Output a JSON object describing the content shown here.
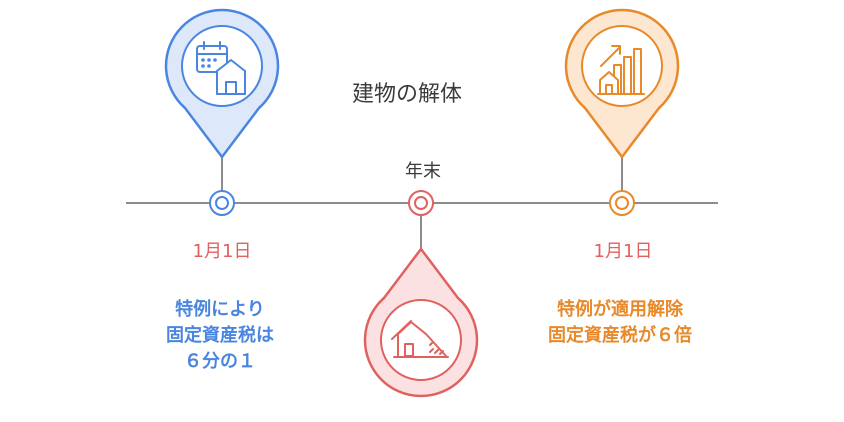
{
  "title": "建物の解体",
  "timeline": {
    "center_label": "年末",
    "left": {
      "date": "1月1日",
      "description_lines": [
        "特例により",
        "固定資産税は",
        "６分の１"
      ],
      "icon": "calendar-house-icon",
      "color": "#4a86e0"
    },
    "center": {
      "icon": "house-demolition-icon",
      "color": "#e0615e"
    },
    "right": {
      "date": "1月1日",
      "description_lines": [
        "特例が適用解除",
        "固定資産税が６倍"
      ],
      "icon": "house-growth-chart-icon",
      "color": "#e8892a"
    }
  }
}
